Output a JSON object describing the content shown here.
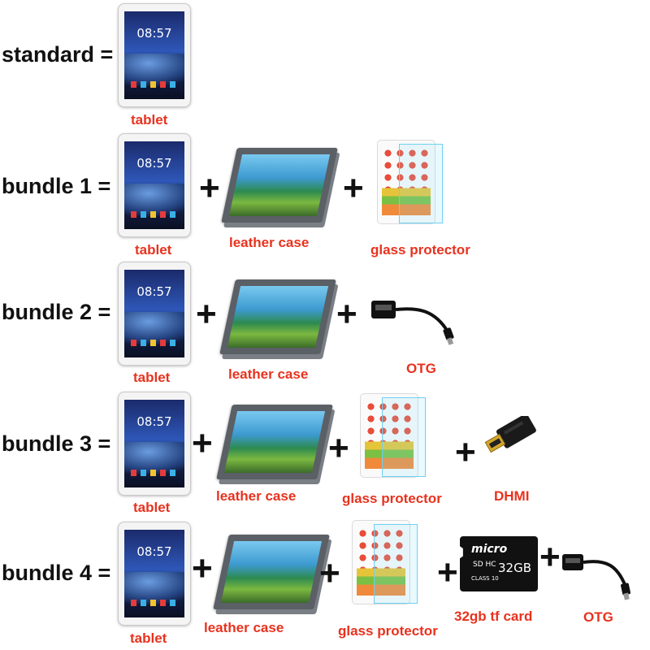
{
  "rows": [
    {
      "label": "standard =",
      "items": [
        {
          "type": "tablet",
          "caption": "tablet"
        }
      ]
    },
    {
      "label": "bundle 1 =",
      "items": [
        {
          "type": "tablet",
          "caption": "tablet"
        },
        {
          "type": "leather-case",
          "caption": "leather case"
        },
        {
          "type": "glass-protector",
          "caption": "glass protector"
        }
      ]
    },
    {
      "label": "bundle 2 =",
      "items": [
        {
          "type": "tablet",
          "caption": "tablet"
        },
        {
          "type": "leather-case",
          "caption": "leather case"
        },
        {
          "type": "otg-cable",
          "caption": "OTG"
        }
      ]
    },
    {
      "label": "bundle 3 =",
      "items": [
        {
          "type": "tablet",
          "caption": "tablet"
        },
        {
          "type": "leather-case",
          "caption": "leather case"
        },
        {
          "type": "glass-protector",
          "caption": "glass protector"
        },
        {
          "type": "hdmi-adapter",
          "caption": "DHMI"
        }
      ]
    },
    {
      "label": "bundle 4 =",
      "items": [
        {
          "type": "tablet",
          "caption": "tablet"
        },
        {
          "type": "leather-case",
          "caption": "leather case"
        },
        {
          "type": "glass-protector",
          "caption": "glass protector"
        },
        {
          "type": "sd-card",
          "caption": "32gb tf card"
        },
        {
          "type": "otg-cable",
          "caption": "OTG"
        }
      ]
    }
  ],
  "plus_sign": "+",
  "screen_clock": "08:57",
  "sd_card": {
    "brand": "micro",
    "capacity": "32GB",
    "hc": "SD HC",
    "class": "CLASS 10"
  },
  "colors": {
    "caption": "#e8321e",
    "label": "#111111"
  }
}
